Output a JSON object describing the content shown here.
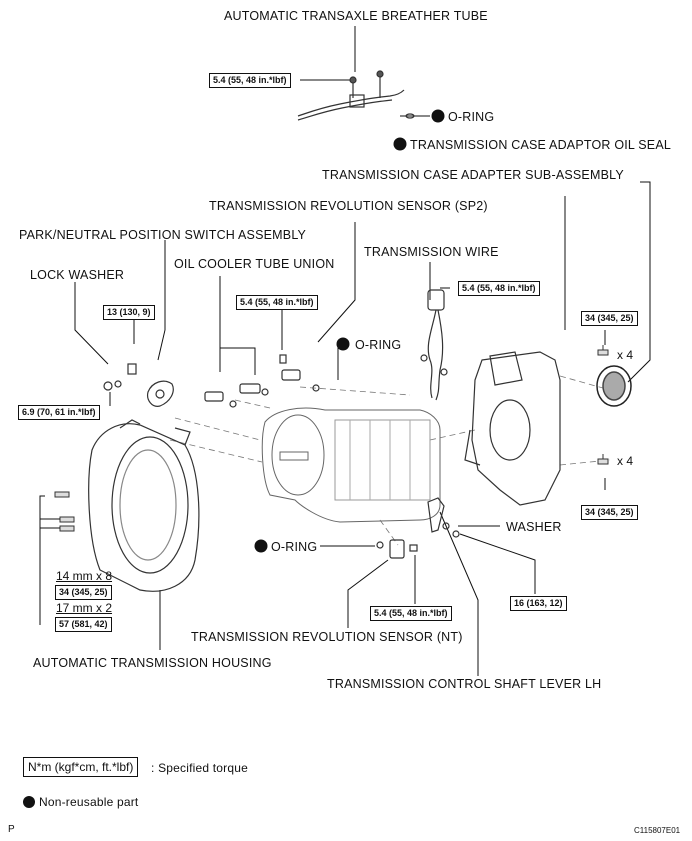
{
  "labels": {
    "breather_tube": "AUTOMATIC TRANSAXLE BREATHER TUBE",
    "oring_top": "O-RING",
    "adaptor_oil_seal": "TRANSMISSION CASE ADAPTOR OIL SEAL",
    "adapter_sub_assembly": "TRANSMISSION CASE ADAPTER SUB-ASSEMBLY",
    "revolution_sensor_sp2": "TRANSMISSION REVOLUTION SENSOR (SP2)",
    "park_neutral_switch": "PARK/NEUTRAL POSITION SWITCH ASSEMBLY",
    "transmission_wire": "TRANSMISSION WIRE",
    "lock_washer": "LOCK WASHER",
    "oil_cooler_union": "OIL COOLER TUBE UNION",
    "oring_mid": "O-RING",
    "washer": "WASHER",
    "oring_low": "O-RING",
    "revolution_sensor_nt": "TRANSMISSION REVOLUTION SENSOR (NT)",
    "housing": "AUTOMATIC TRANSMISSION HOUSING",
    "control_shaft_lever": "TRANSMISSION CONTROL SHAFT LEVER LH"
  },
  "torques": {
    "breather": "5.4 (55, 48 in.*lbf)",
    "switch": "13 (130, 9)",
    "lock_washer": "6.9 (70, 61 in.*lbf)",
    "cooler": "5.4 (55, 48 in.*lbf)",
    "wire": "5.4 (55, 48 in.*lbf)",
    "adapter_top": "34 (345, 25)",
    "adapter_bottom": "34 (345, 25)",
    "lever": "16 (163, 12)",
    "nt_sensor": "5.4 (55, 48 in.*lbf)",
    "housing_14": "34 (345, 25)",
    "housing_17": "57 (581, 42)"
  },
  "quantities": {
    "adapter_top": "x 4",
    "adapter_bottom": "x 4",
    "housing_14": "14 mm x 8",
    "housing_17": "17 mm x 2"
  },
  "legend": {
    "torque_box": "N*m (kgf*cm, ft.*lbf)",
    "torque_desc": ": Specified torque",
    "non_reusable": "Non-reusable part"
  },
  "footer": {
    "left": "P",
    "right": "C115807E01"
  }
}
